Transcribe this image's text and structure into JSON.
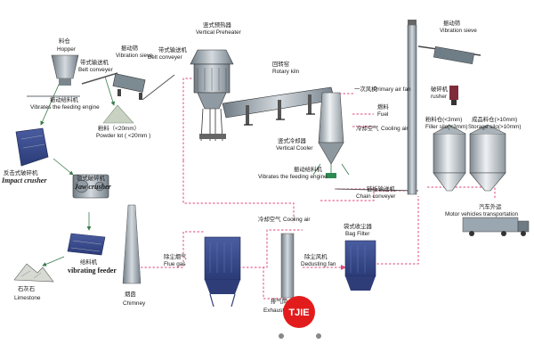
{
  "labels": {
    "hopper_cn": "料仓",
    "hopper_en": "Hopper",
    "belt1_cn": "带式输送机",
    "belt1_en": "Belt conveyer",
    "sieve1_cn": "振动筛",
    "sieve1_en": "Vibration sieve",
    "belt2_cn": "带式输送机",
    "belt2_en": "Belt conveyer",
    "feeder_top_cn": "振动给料机",
    "feeder_top_en": "Vibrates the feeding engine",
    "powder_cn": "粉料（<20mm）",
    "powder_en": "Powder lot ( <20mm )",
    "impact_cn": "反击式破碎机",
    "impact_en": "Impact crusher",
    "jaw_cn": "颚式破碎机",
    "jaw_en": "Jaw crusher",
    "vfeeder_cn": "给料机",
    "vfeeder_en": "vibrating feeder",
    "limestone_cn": "石灰石",
    "limestone_en": "Limestone",
    "chimney_cn": "烟囱",
    "chimney_en": "Chimney",
    "preheater_cn": "竖式预热器",
    "preheater_en": "Vertical Preheater",
    "kiln_cn": "回转窑",
    "kiln_en": "Rotary kiln",
    "fan_cn": "一次风机",
    "fan_en": "Primary air fan",
    "fuel_cn": "燃料",
    "fuel_en": "Fuel",
    "cool_top_cn": "冷却空气",
    "cool_top_en": "Cooling air",
    "cooler_cn": "竖式冷却器",
    "cooler_en": "Vertical Cooler",
    "feeder_mid_cn": "振动给料机",
    "feeder_mid_en": "Vibrates the feeding engine",
    "chain_cn": "链板输送机",
    "chain_en": "Chain conveyer",
    "cool_mid_cn": "冷却空气",
    "cool_mid_en": "Cooling air",
    "flue_cn": "除尘烟气",
    "flue_en": "Flue gas",
    "dedust_cn": "除尘风机",
    "dedust_en": "Dedusting fan",
    "bag_cn": "袋式收尘器",
    "bag_en": "Bag Filter",
    "exhaust_cn": "排气筒",
    "exhaust_en": "Exhaust",
    "sieve2_cn": "振动筛",
    "sieve2_en": "Vibration sieve",
    "crusher_cn": "破碎机",
    "crusher_en": "rusher",
    "filler_cn": "粉料仓(<3mm)",
    "filler_en": "Filler silo(<3mm)",
    "storage_cn": "成品料仓(>10mm)",
    "storage_en": "Storage silo(>10mm)",
    "truck_cn": "汽车外运",
    "truck_en": "Motor vehicles transportation",
    "logo": "TJIE"
  },
  "colors": {
    "flow_line": "#e24a7e",
    "equipment_blue": "#3d4f8f",
    "steel": "#9aa5ad",
    "logo_red": "#e21c1c"
  }
}
